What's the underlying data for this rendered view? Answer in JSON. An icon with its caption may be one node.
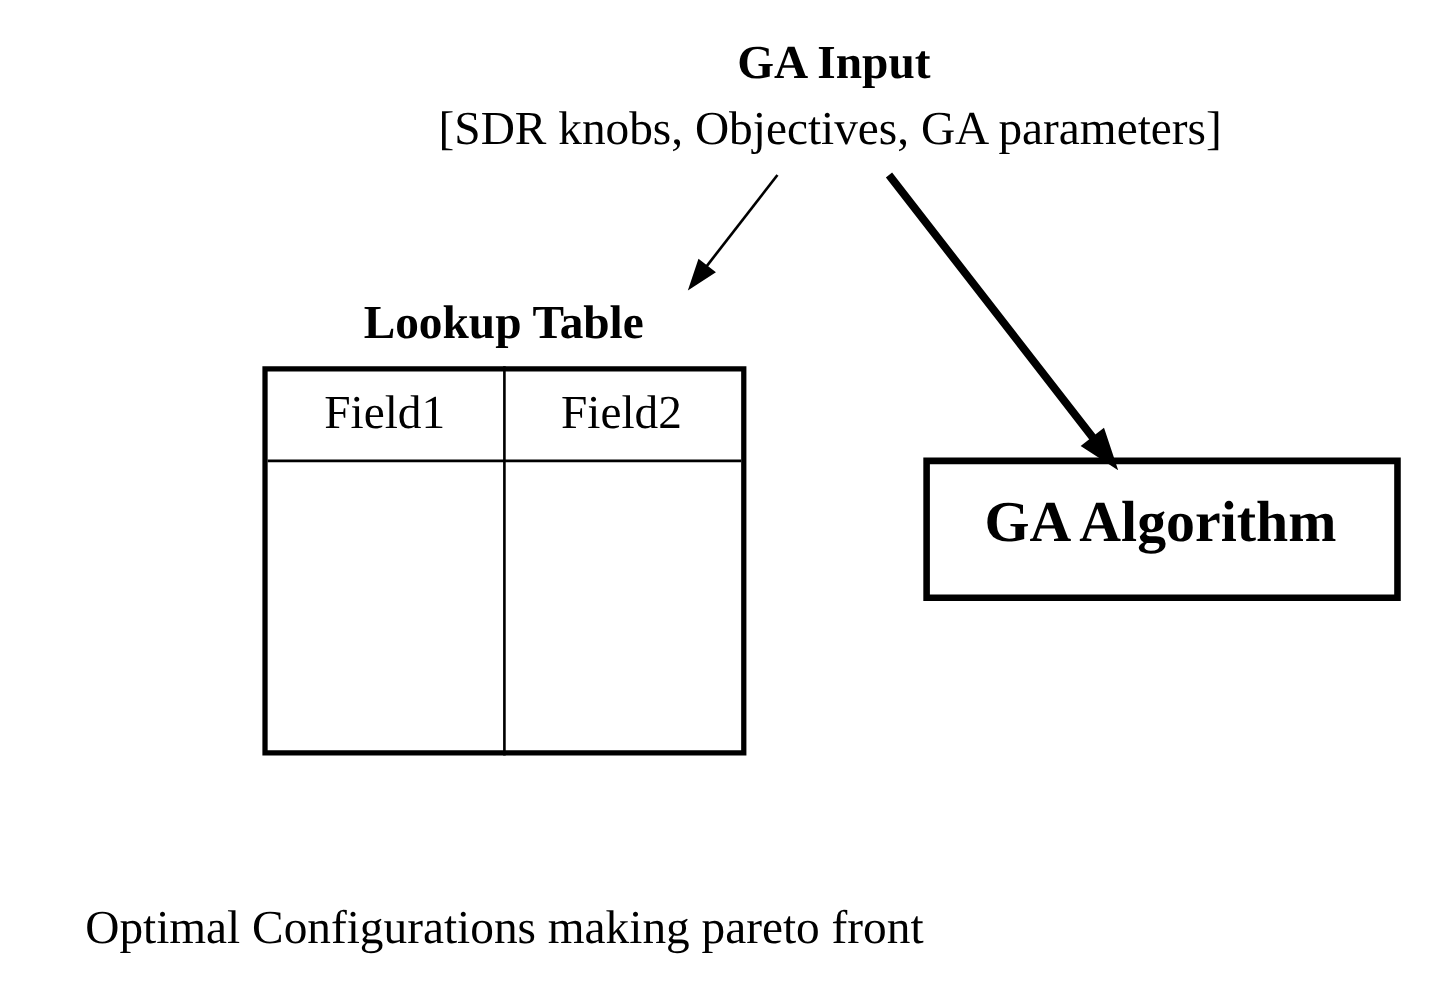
{
  "diagram": {
    "nodes": [
      {
        "text": [
          "GA Input",
          "[SDR knobs, Objectives, GA parameters]"
        ]
      },
      {
        "text": [
          "Lookup Table",
          "Field1",
          "Field2"
        ]
      },
      {
        "text": [
          "GA Algorithm"
        ]
      }
    ],
    "edges": [
      {
        "from": 0,
        "to": 1,
        "arrow": "to"
      },
      {
        "from": 0,
        "to": 2,
        "arrow": "to",
        "style": "thick"
      }
    ],
    "labels": [
      "Optimal Configurations making pareto front"
    ]
  }
}
